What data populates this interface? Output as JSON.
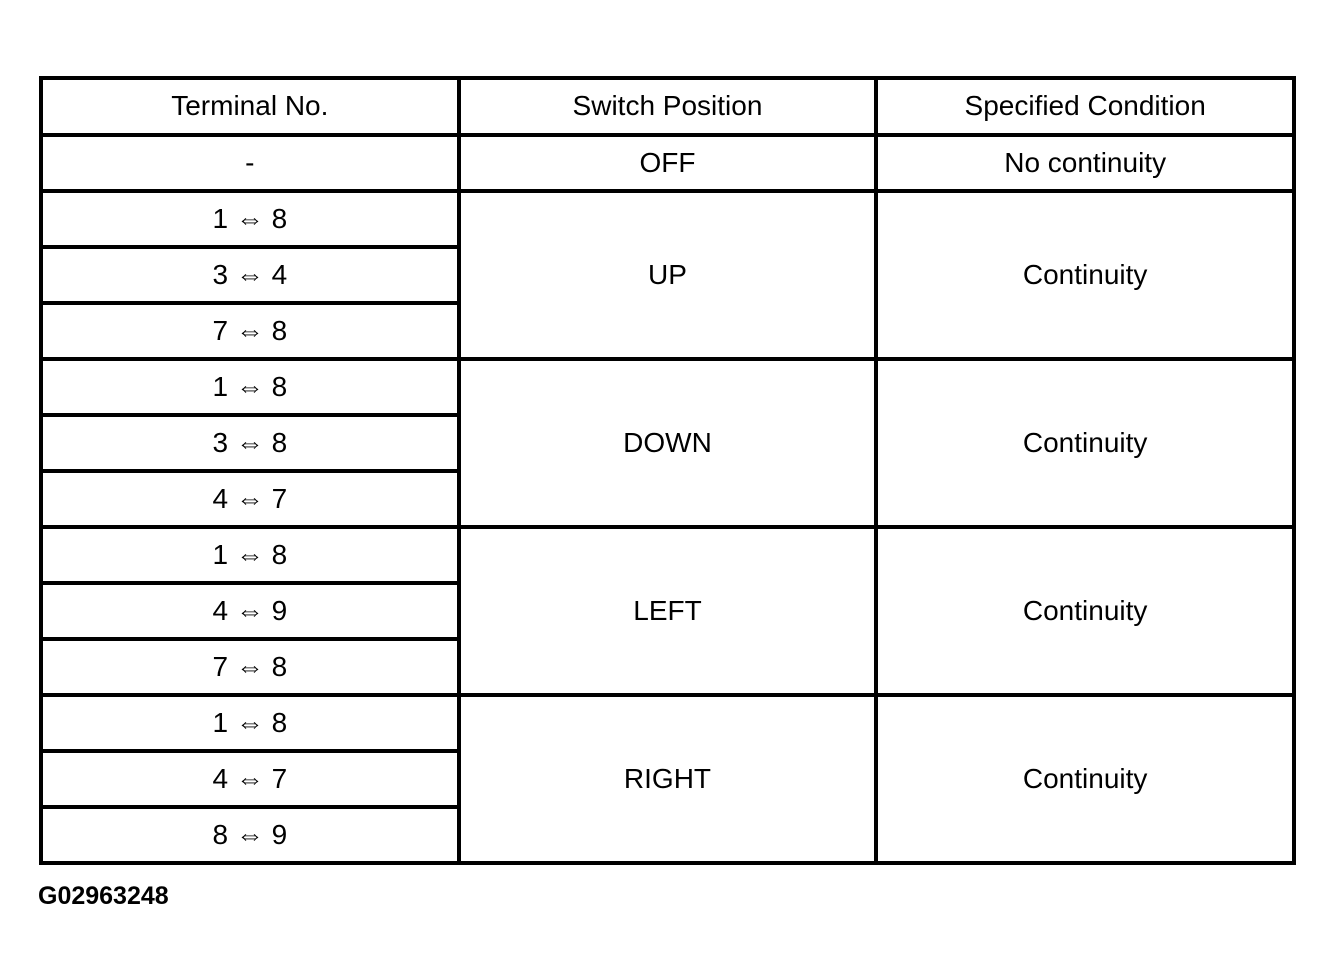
{
  "page": {
    "background_color": "#ffffff",
    "figure_code": "G02963248"
  },
  "table": {
    "border_color": "#000000",
    "text_color": "#000000",
    "columns": [
      "Terminal No.",
      "Switch Position",
      "Specified Condition"
    ],
    "sections": [
      {
        "switch_position": "OFF",
        "specified_condition": "No continuity",
        "terminals": [
          "-"
        ]
      },
      {
        "switch_position": "UP",
        "specified_condition": "Continuity",
        "terminals": [
          "1 ⇔ 8",
          "3 ⇔ 4",
          "7 ⇔ 8"
        ]
      },
      {
        "switch_position": "DOWN",
        "specified_condition": "Continuity",
        "terminals": [
          "1 ⇔ 8",
          "3 ⇔ 8",
          "4 ⇔ 7"
        ]
      },
      {
        "switch_position": "LEFT",
        "specified_condition": "Continuity",
        "terminals": [
          "1 ⇔ 8",
          "4 ⇔ 9",
          "7 ⇔ 8"
        ]
      },
      {
        "switch_position": "RIGHT",
        "specified_condition": "Continuity",
        "terminals": [
          "1 ⇔ 8",
          "4 ⇔ 7",
          "8 ⇔ 9"
        ]
      }
    ]
  }
}
